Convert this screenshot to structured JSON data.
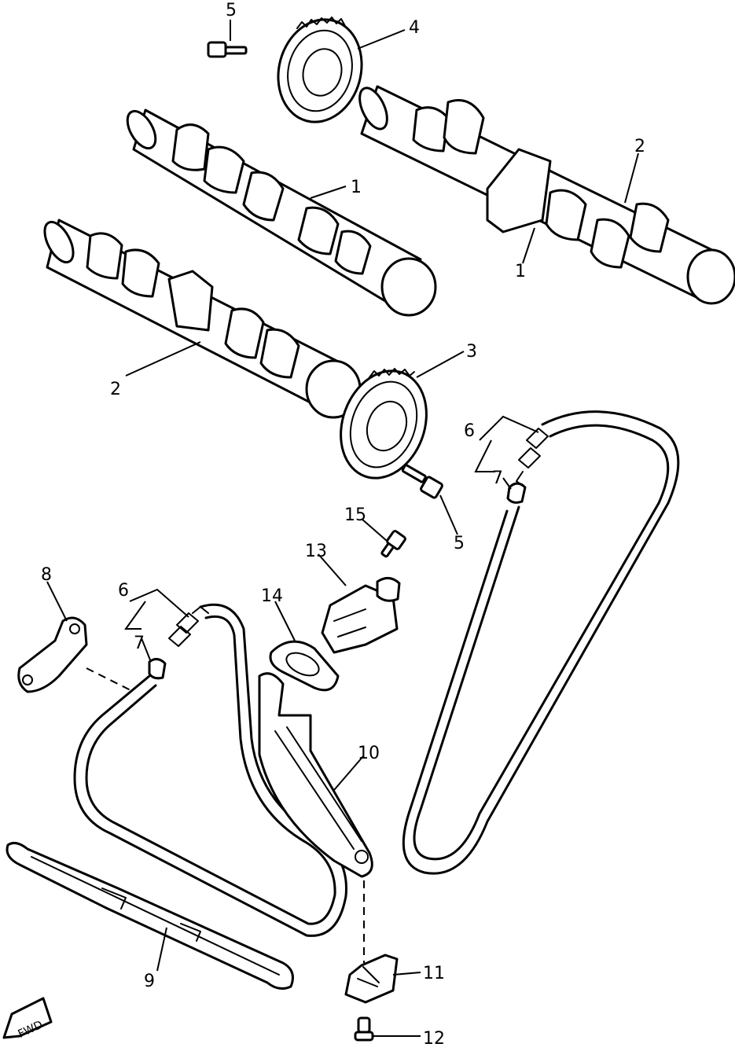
{
  "callouts": {
    "c1a": "1",
    "c1b": "1",
    "c2a": "2",
    "c2b": "2",
    "c3": "3",
    "c4": "4",
    "c5a": "5",
    "c5b": "5",
    "c6a": "6",
    "c6b": "6",
    "c7a": "7",
    "c7b": "7",
    "c8": "8",
    "c9": "9",
    "c10": "10",
    "c11": "11",
    "c12": "12",
    "c13": "13",
    "c14": "14",
    "c15": "15"
  },
  "fwd_label": "FWD"
}
